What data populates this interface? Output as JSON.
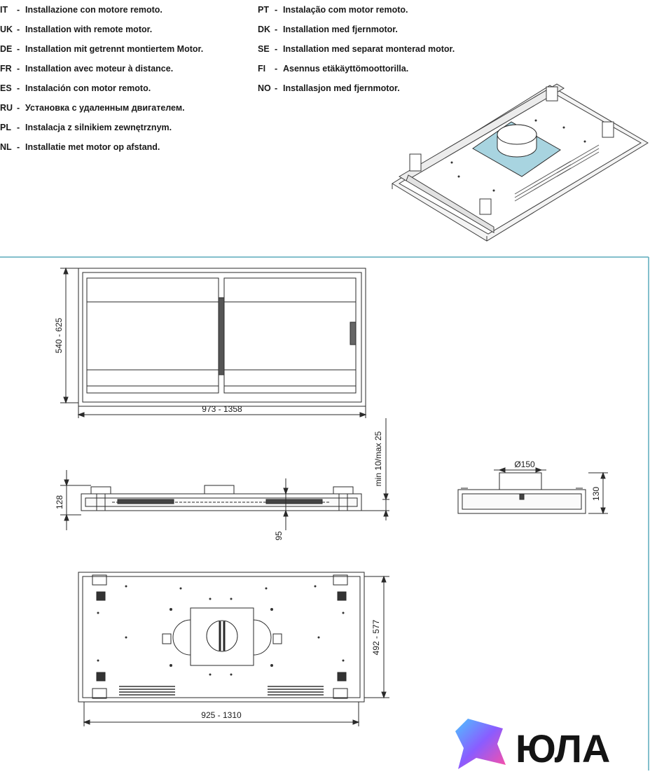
{
  "instructions": {
    "left": [
      {
        "code": "IT",
        "text": "Installazione con motore remoto."
      },
      {
        "code": "UK",
        "text": "Installation with remote motor."
      },
      {
        "code": "DE",
        "text": "Installation mit getrennt montiertem Motor."
      },
      {
        "code": "FR",
        "text": "Installation avec moteur à distance."
      },
      {
        "code": "ES",
        "text": "Instalación con motor remoto."
      },
      {
        "code": "RU",
        "text": "Установка с удаленным двигателем."
      },
      {
        "code": "PL",
        "text": "Instalacja z silnikiem zewnętrznym."
      },
      {
        "code": "NL",
        "text": "Installatie met motor op afstand."
      }
    ],
    "right": [
      {
        "code": "PT",
        "text": "Instalação com motor remoto."
      },
      {
        "code": "DK",
        "text": "Installation med fjernmotor."
      },
      {
        "code": "SE",
        "text": "Installation med separat monterad motor."
      },
      {
        "code": "FI",
        "text": "Asennus etäkäyttömoottorilla."
      },
      {
        "code": "NO",
        "text": "Installasjon med fjernmotor."
      }
    ]
  },
  "dimensions": {
    "top_width": "973 - 1358",
    "top_depth": "540 - 625",
    "side_height": "128",
    "gap": "min 10/max 25",
    "recess": "95",
    "duct_diameter": "Ø150",
    "end_height": "130",
    "bottom_depth": "492 - 577",
    "bottom_width": "925 - 1310"
  },
  "watermark": {
    "text": "ЮЛА"
  },
  "colors": {
    "frame": "#5aaabb",
    "plate": "#a8d4e0",
    "line": "#2a2a2a"
  }
}
